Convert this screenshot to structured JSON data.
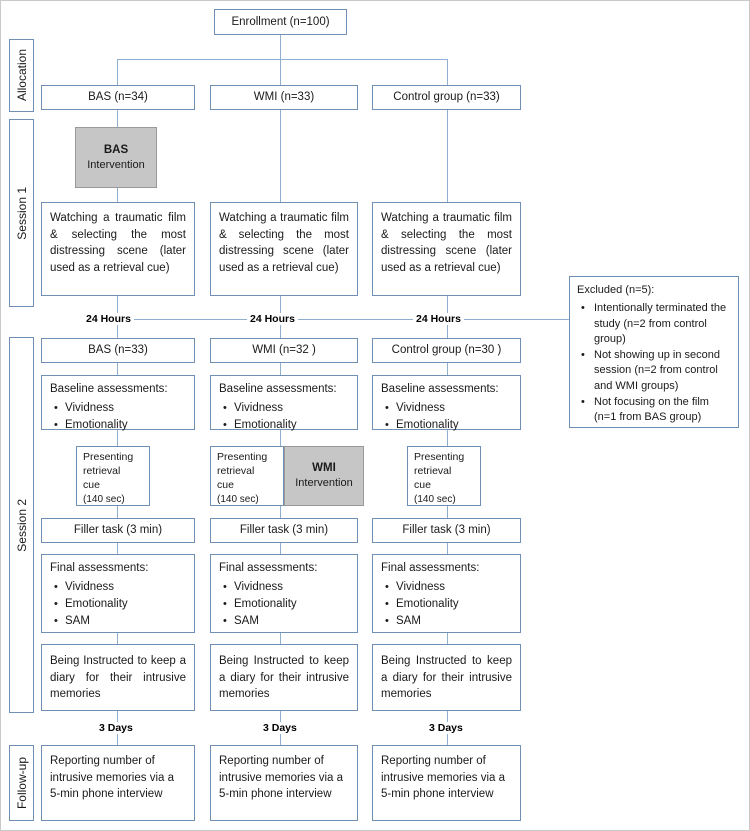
{
  "diagram": {
    "title": "Study flow diagram",
    "colors": {
      "box_border": "#6f90b4",
      "connector": "#8fb0d0",
      "intervention_fill": "#c6c6c6",
      "intervention_border": "#9a9a9a",
      "text": "#1a1a1a"
    }
  },
  "stages": [
    {
      "label": "Allocation"
    },
    {
      "label": "Session 1"
    },
    {
      "label": "Session 2"
    },
    {
      "label": "Follow-up"
    }
  ],
  "enrollment": {
    "label": "Enrollment (n=100)"
  },
  "allocation": {
    "groups": [
      {
        "label": "BAS (n=34)"
      },
      {
        "label": "WMI (n=33)"
      },
      {
        "label": "Control group (n=33)"
      }
    ]
  },
  "session1": {
    "intervention": {
      "title": "BAS",
      "subtitle": "Intervention"
    },
    "film_task": "Watching a traumatic film & selecting the most distressing scene (later used as a retrieval cue)",
    "film_task_columns": [
      "Watching a traumatic film & selecting the most distressing scene (later used as a retrieval cue)",
      "Watching a traumatic film & selecting the most distressing scene (later used as a retrieval cue)",
      "Watching a traumatic film & selecting the most distressing scene (later used as a retrieval cue)"
    ]
  },
  "intervals": {
    "between_sessions": [
      "24 Hours",
      "24 Hours",
      "24 Hours"
    ],
    "before_followup": [
      "3 Days",
      "3 Days",
      "3 Days"
    ]
  },
  "excluded": {
    "title": "Excluded (n=5):",
    "items": [
      "Intentionally terminated the study (n=2 from control group)",
      "Not showing up in second session (n=2 from control and WMI groups)",
      "Not focusing on the film (n=1 from BAS group)"
    ]
  },
  "session2": {
    "groups": [
      {
        "label": "BAS (n=33)"
      },
      {
        "label": "WMI (n=32 )"
      },
      {
        "label": "Control group (n=30 )"
      }
    ],
    "baseline": {
      "header": "Baseline assessments:",
      "items": [
        "Vividness",
        "Emotionality"
      ]
    },
    "retrieval_cue": {
      "line1": "Presenting",
      "line2": "retrieval",
      "line3": "cue",
      "line4": "(140 sec)"
    },
    "intervention": {
      "title": "WMI",
      "subtitle": "Intervention"
    },
    "filler_task": "Filler task (3 min)",
    "final": {
      "header": "Final assessments:",
      "items": [
        "Vividness",
        "Emotionality",
        "SAM"
      ]
    },
    "diary": "Being Instructed to keep a diary for their intrusive memories"
  },
  "followup": {
    "report": "Reporting number of intrusive memories via a 5-min phone interview"
  }
}
